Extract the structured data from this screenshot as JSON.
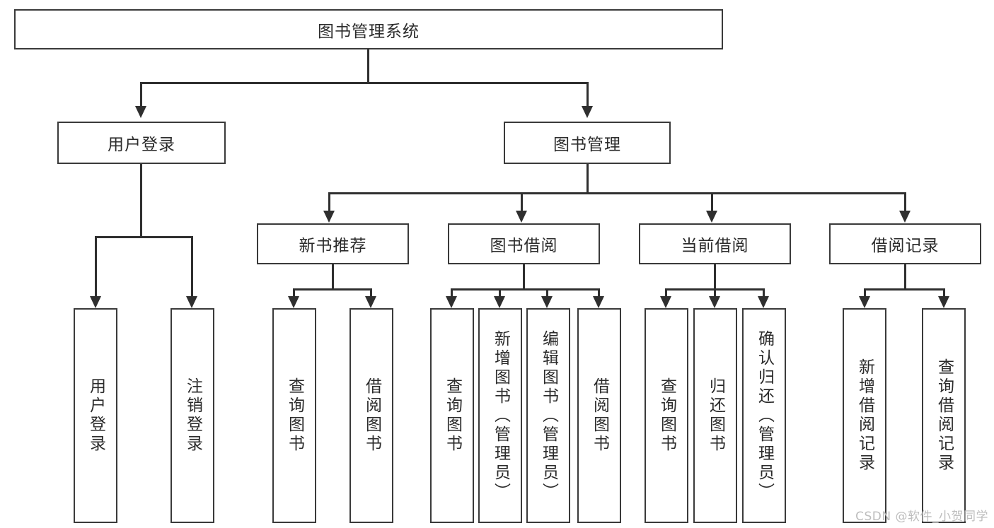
{
  "diagram": {
    "type": "tree-hierarchy",
    "title": "图书管理系统",
    "orientation": "top-down",
    "colors": {
      "box_border": "#3a3a3a",
      "box_fill": "#ffffff",
      "edge": "#2f2f2f",
      "text": "#2b2b2b",
      "watermark": "#bdbdbd",
      "background": "#ffffff"
    }
  },
  "root": {
    "label": "图书管理系统"
  },
  "level2": [
    {
      "label": "用户登录"
    },
    {
      "label": "图书管理"
    }
  ],
  "level3": [
    {
      "label": "新书推荐"
    },
    {
      "label": "图书借阅"
    },
    {
      "label": "当前借阅"
    },
    {
      "label": "借阅记录"
    }
  ],
  "leaves": {
    "user_login": [
      {
        "label": "用户登录"
      },
      {
        "label": "注销登录"
      }
    ],
    "new_book": [
      {
        "label": "查询图书"
      },
      {
        "label": "借阅图书"
      }
    ],
    "book_borrow": [
      {
        "label": "查询图书"
      },
      {
        "label": "新增图书（管理员）"
      },
      {
        "label": "编辑图书（管理员）"
      },
      {
        "label": "借阅图书"
      }
    ],
    "current_borrow": [
      {
        "label": "查询图书"
      },
      {
        "label": "归还图书"
      },
      {
        "label": "确认归还（管理员）"
      }
    ],
    "borrow_record": [
      {
        "label": "新增借阅记录"
      },
      {
        "label": "查询借阅记录"
      }
    ]
  },
  "watermark": {
    "text": "CSDN @软件_小贺同学"
  }
}
